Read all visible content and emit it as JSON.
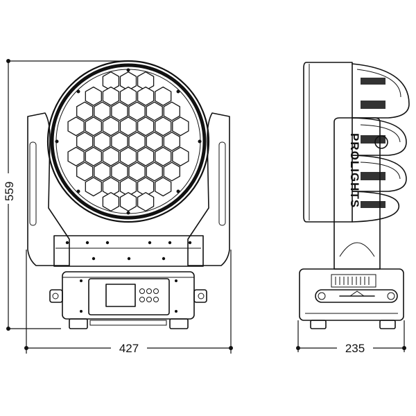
{
  "dimensions": {
    "height": "559",
    "width_front": "427",
    "width_side": "235"
  },
  "brand_text": "PROLIGHTS",
  "lens_grid": {
    "rows": [
      3,
      5,
      6,
      7,
      6,
      7,
      6,
      5,
      3
    ]
  },
  "colors": {
    "line": "#111111",
    "background": "#ffffff",
    "lens_fill": "#ffffff"
  }
}
